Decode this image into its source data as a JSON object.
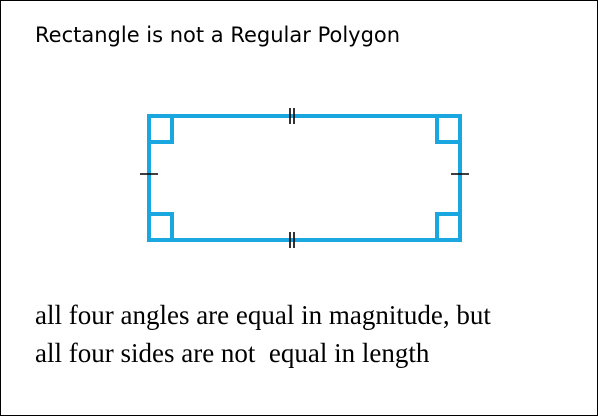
{
  "title": "Rectangle is not a Regular Polygon",
  "caption": {
    "line1": "all four angles are equal in magnitude, but",
    "line2": "all four sides are not  equal in length"
  },
  "colors": {
    "shape_stroke": "#1aa6df",
    "tick_marks": "#000000",
    "border": "#000000"
  },
  "shape": {
    "kind": "rectangle",
    "right_angle_markers": 4,
    "long_side_ticks": 2,
    "short_side_ticks": 1
  }
}
